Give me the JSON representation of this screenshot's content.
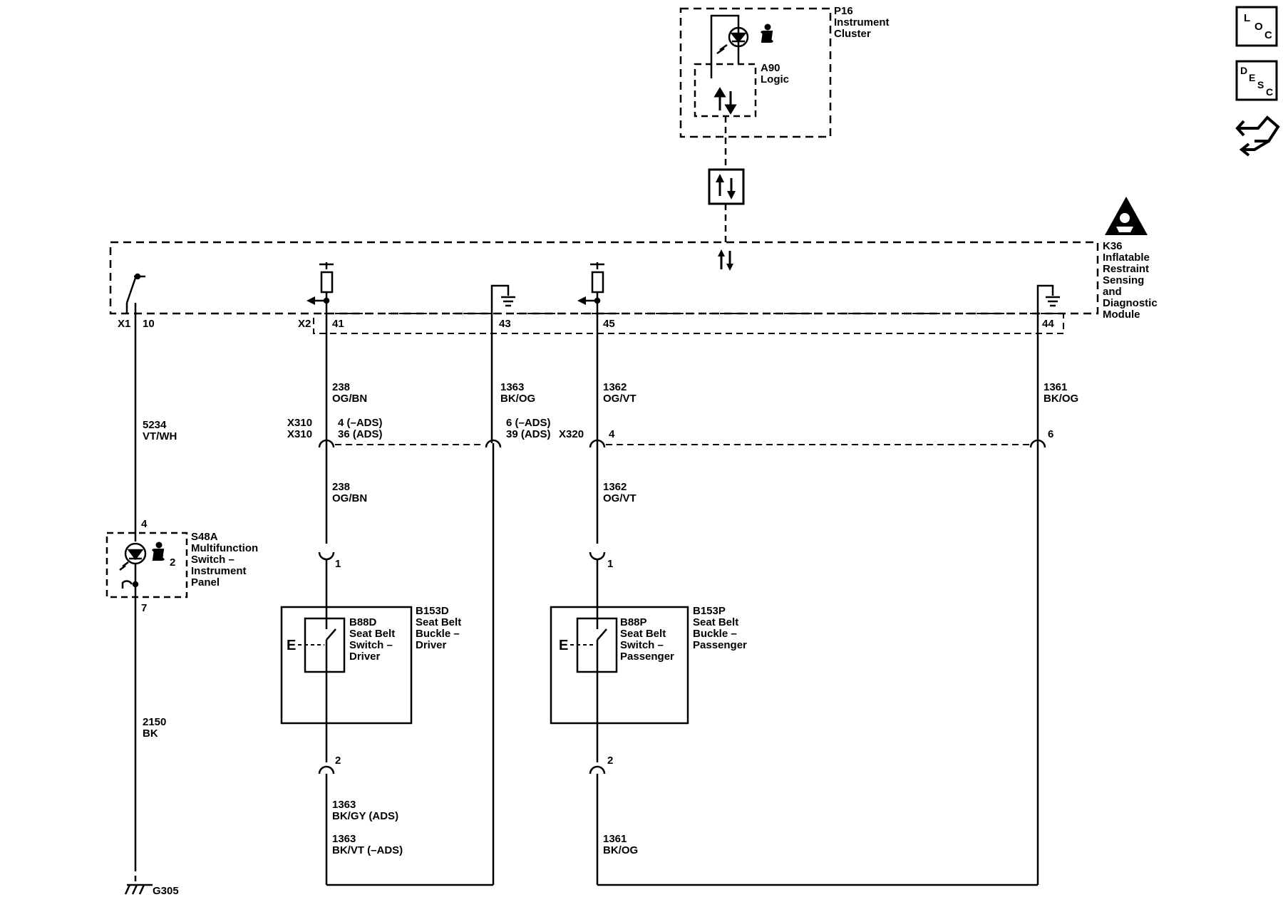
{
  "modules": {
    "p16": {
      "lines": [
        "P16",
        "Instrument",
        "Cluster"
      ]
    },
    "a90": {
      "lines": [
        "A90",
        "Logic"
      ]
    },
    "k36": {
      "lines": [
        "K36",
        "Inflatable",
        "Restraint",
        "Sensing",
        "and",
        "Diagnostic",
        "Module"
      ]
    },
    "s48a": {
      "lines": [
        "S48A",
        "Multifunction",
        "Switch –",
        "Instrument",
        "Panel"
      ]
    },
    "b153d": {
      "lines": [
        "B153D",
        "Seat Belt",
        "Buckle –",
        "Driver"
      ]
    },
    "b88d": {
      "lines": [
        "B88D",
        "Seat Belt",
        "Switch –",
        "Driver"
      ]
    },
    "b153p": {
      "lines": [
        "B153P",
        "Seat Belt",
        "Buckle –",
        "Passenger"
      ]
    },
    "b88p": {
      "lines": [
        "B88P",
        "Seat Belt",
        "Switch –",
        "Passenger"
      ]
    }
  },
  "connectors": {
    "x1": "X1",
    "x2": "X2",
    "x310a": "X310",
    "x310b": "X310",
    "x320": "X320",
    "ground": "G305"
  },
  "pins": {
    "k36_10": "10",
    "k36_41": "41",
    "k36_43": "43",
    "k36_45": "45",
    "k36_44": "44",
    "x310_a": "4 (–ADS)",
    "x310_b": "36 (ADS)",
    "x310_c": "6 (–ADS)",
    "x310_d": "39 (ADS)",
    "x320_a": "4",
    "x320_b": "6",
    "s48a_4": "4",
    "s48a_2": "2",
    "s48a_7": "7",
    "b153d_1": "1",
    "b153d_2": "2",
    "b153p_1": "1",
    "b153p_2": "2"
  },
  "wires": {
    "w5234": {
      "circuit": "5234",
      "color": "VT/WH"
    },
    "w2150": {
      "circuit": "2150",
      "color": "BK"
    },
    "w238_top": {
      "circuit": "238",
      "color": "OG/BN"
    },
    "w238_mid": {
      "circuit": "238",
      "color": "OG/BN"
    },
    "w1363_top": {
      "circuit": "1363",
      "color": "BK/OG"
    },
    "w1363_ads": {
      "circuit": "1363",
      "color": "BK/GY (ADS)"
    },
    "w1363_nads": {
      "circuit": "1363",
      "color": "BK/VT (–ADS)"
    },
    "w1362_top": {
      "circuit": "1362",
      "color": "OG/VT"
    },
    "w1362_mid": {
      "circuit": "1362",
      "color": "OG/VT"
    },
    "w1361_top": {
      "circuit": "1361",
      "color": "BK/OG"
    },
    "w1361_bot": {
      "circuit": "1361",
      "color": "BK/OG"
    }
  },
  "symbols": {
    "switch_e": "E"
  },
  "side_buttons": {
    "loc": [
      "L",
      "O",
      "C"
    ],
    "desc": [
      "D",
      "E",
      "S",
      "C"
    ]
  }
}
